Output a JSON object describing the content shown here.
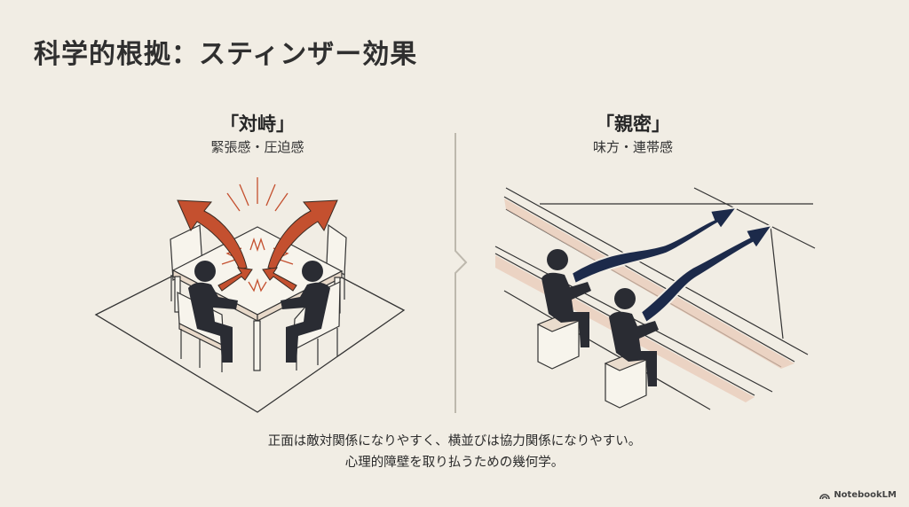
{
  "slide": {
    "title": "科学的根拠：スティンザー効果",
    "left_panel": {
      "heading": "「対峙」",
      "subheading": "緊張感・圧迫感",
      "illustration": "two-people-facing-across-table-with-clashing-arrows",
      "accent_color": "#c4502f"
    },
    "right_panel": {
      "heading": "「親密」",
      "subheading": "味方・連帯感",
      "illustration": "two-people-side-by-side-at-counter-with-parallel-arrows",
      "accent_color": "#1c2a4a"
    },
    "caption": {
      "line1": "正面は敵対関係になりやすく、横並びは協力関係になりやすい。",
      "line2": "心理的障壁を取り払うための幾何学。"
    },
    "brand": {
      "label": "NotebookLM",
      "icon": "notebooklm-logo-icon"
    }
  },
  "colors": {
    "background": "#f1ede4",
    "conflict_red": "#c4502f",
    "harmony_navy": "#1c2a4a",
    "figure": "#2a2c33"
  }
}
